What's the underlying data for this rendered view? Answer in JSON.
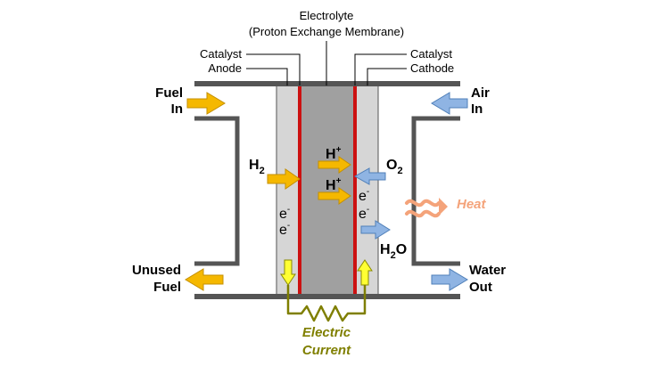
{
  "labels": {
    "electrolyte_line1": "Electrolyte",
    "electrolyte_line2": "(Proton Exchange Membrane)",
    "catalyst_left": "Catalyst",
    "anode": "Anode",
    "catalyst_right": "Catalyst",
    "cathode": "Cathode",
    "fuel_in_1": "Fuel",
    "fuel_in_2": "In",
    "air_in_1": "Air",
    "air_in_2": "In",
    "unused_fuel_1": "Unused",
    "unused_fuel_2": "Fuel",
    "water_out_1": "Water",
    "water_out_2": "Out",
    "heat": "Heat",
    "electric_current_1": "Electric",
    "electric_current_2": "Current"
  },
  "species": {
    "h2_main": "H",
    "h2_sub": "2",
    "o2_main": "O",
    "o2_sub": "2",
    "h2o_main": "H",
    "h2o_sub": "2",
    "h2o_tail": "O",
    "hplus_1_main": "H",
    "hplus_1_sup": "+",
    "hplus_2_main": "H",
    "hplus_2_sup": "+",
    "e_anode_1_main": "e",
    "e_anode_1_sup": "-",
    "e_anode_2_main": "e",
    "e_anode_2_sup": "-",
    "e_cathode_1_main": "e",
    "e_cathode_1_sup": "-",
    "e_cathode_2_main": "e",
    "e_cathode_2_sup": "-"
  },
  "colors": {
    "fuel_arrow": "#f5b800",
    "air_arrow": "#8fb4e3",
    "heat": "#f4a37a",
    "catalyst_red": "#cc1111",
    "electrolyte_gray": "#a0a0a0",
    "electrode_gray": "#d6d6d6",
    "plate_gray": "#555555",
    "current_olive": "#7f7f00"
  }
}
